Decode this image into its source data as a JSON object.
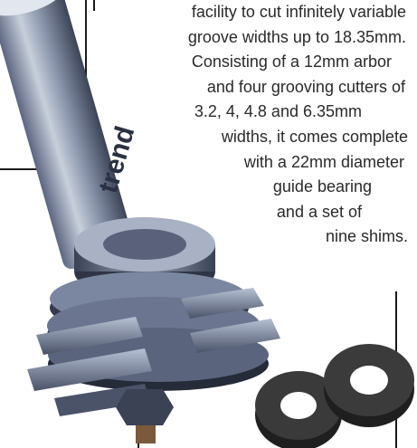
{
  "article": {
    "lines": [
      "facility to cut infinitely variable",
      "groove widths up to 18.35mm.",
      "Consisting of a 12mm arbor",
      "and four grooving cutters of",
      "3.2, 4, 4.8 and 6.35mm",
      "widths, it comes complete",
      "with a 22mm diameter",
      "guide bearing",
      "and a set of",
      "nine shims."
    ],
    "brand_on_shank": "trend"
  },
  "colors": {
    "text": "#2a2a2a",
    "rule": "#1a1a1a",
    "steel": "#8f9ab0",
    "steel_dark": "#3c4356",
    "cutter": "#5a647c",
    "shim": "#222222"
  },
  "image": {
    "subject": "trend grooving cutter set with arbor, bearing and shims",
    "icon": "router-cutter-photo"
  }
}
